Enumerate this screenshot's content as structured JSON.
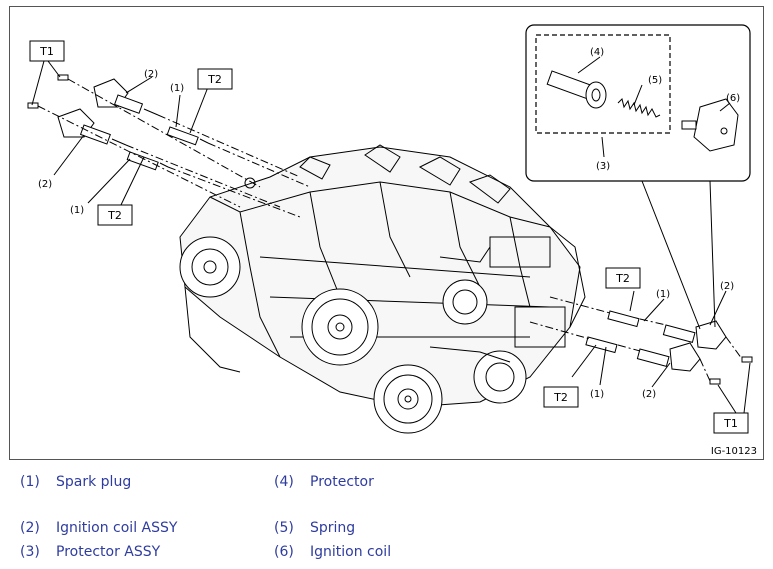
{
  "figure": {
    "id": "IG-10123",
    "torque_labels": {
      "t1": "T1",
      "t2": "T2"
    },
    "callouts": {
      "c1": "(1)",
      "c2": "(2)",
      "c3": "(3)",
      "c4": "(4)",
      "c5": "(5)",
      "c6": "(6)"
    }
  },
  "legend": [
    {
      "num": "(1)",
      "text": "Spark plug"
    },
    {
      "num": "(2)",
      "text": "Ignition coil ASSY"
    },
    {
      "num": "(3)",
      "text": "Protector ASSY"
    },
    {
      "num": "(4)",
      "text": "Protector"
    },
    {
      "num": "(5)",
      "text": "Spring"
    },
    {
      "num": "(6)",
      "text": "Ignition coil"
    }
  ],
  "colors": {
    "legend_text": "#2e3ca0",
    "line": "#000000",
    "frame": "#555555"
  }
}
